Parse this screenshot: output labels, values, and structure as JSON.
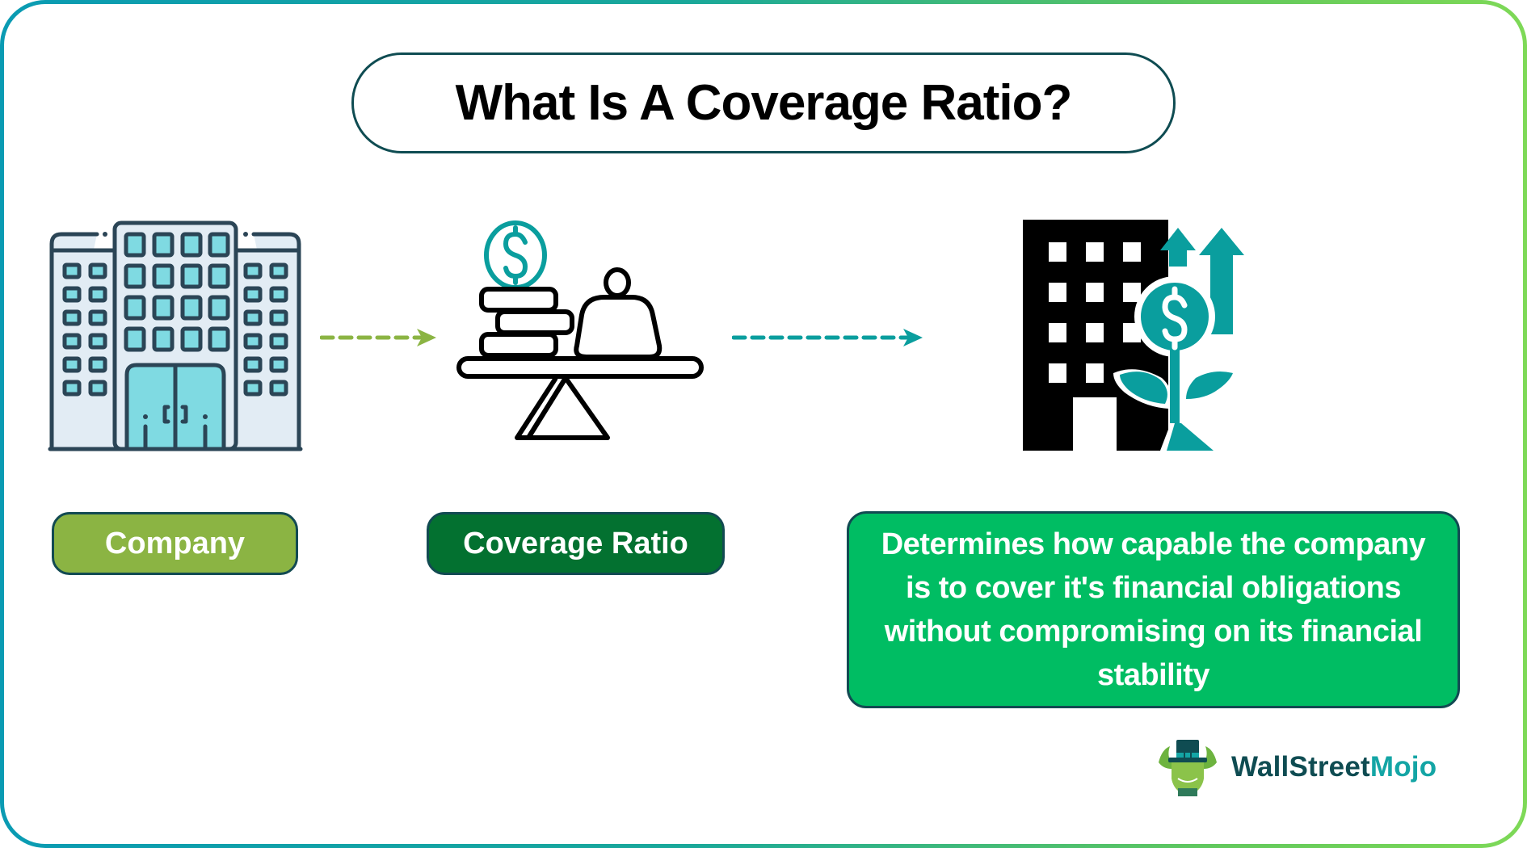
{
  "title": "What Is A Coverage Ratio?",
  "flow": {
    "steps": [
      {
        "label": "Company",
        "icon": "office-building-icon",
        "color": "#8bb443"
      },
      {
        "label": "Coverage Ratio",
        "icon": "balance-scale-dollar-icon",
        "color": "#037130"
      },
      {
        "label": "Determines how capable the company is to cover it's financial obligations without compromising on its financial stability",
        "icon": "building-growth-dollar-icon",
        "color": "#00bd63"
      }
    ],
    "arrows": [
      {
        "from": "Company",
        "to": "Coverage Ratio",
        "color": "#8bb443",
        "style": "dashed"
      },
      {
        "from": "Coverage Ratio",
        "to": "Outcome",
        "color": "#0a9e9e",
        "style": "dashed"
      }
    ]
  },
  "description_lines": [
    "Determines how capable the",
    "company is to cover it's financial",
    "obligations without compromising",
    "on its financial stability"
  ],
  "brand": {
    "name_part1": "WallStreet",
    "name_part2": "Mojo",
    "colors": {
      "dark": "#0f4c52",
      "accent": "#14a5a5"
    }
  },
  "colors": {
    "border_gradient_start": "#0a9bb3",
    "border_gradient_end": "#7ed957",
    "title_border": "#0f4c52",
    "teal": "#0a9e9e"
  }
}
